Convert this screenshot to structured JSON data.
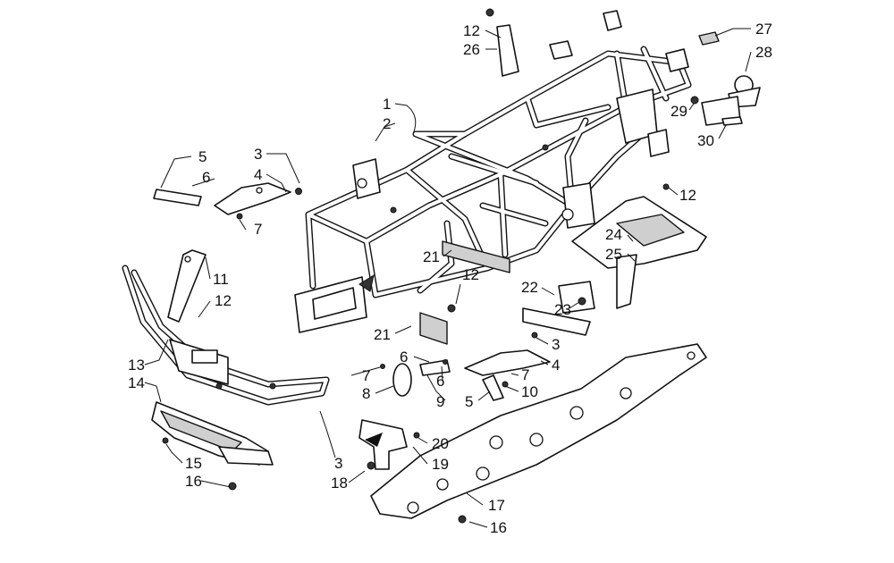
{
  "diagram": {
    "callouts": {
      "c1": "1",
      "c2": "2",
      "c3a": "3",
      "c4a": "4",
      "c5a": "5",
      "c6a": "6",
      "c7a": "7",
      "c11": "11",
      "c12a": "12",
      "c13": "13",
      "c14": "14",
      "c15": "15",
      "c16a": "16",
      "c3b": "3",
      "c18": "18",
      "c19": "19",
      "c20": "20",
      "c16b": "16",
      "c17": "17",
      "c5b": "5",
      "c10": "10",
      "c9": "9",
      "c8": "8",
      "c7b": "7",
      "c6b": "6",
      "c7c": "7",
      "c3c": "3",
      "c4b": "4",
      "c6c": "6",
      "c21a": "21",
      "c21b": "21",
      "c12b": "12",
      "c22": "22",
      "c23": "23",
      "c24": "24",
      "c25": "25",
      "c12c": "12",
      "c12d": "12",
      "c26": "26",
      "c27": "27",
      "c28": "28",
      "c29": "29",
      "c30": "30"
    }
  }
}
